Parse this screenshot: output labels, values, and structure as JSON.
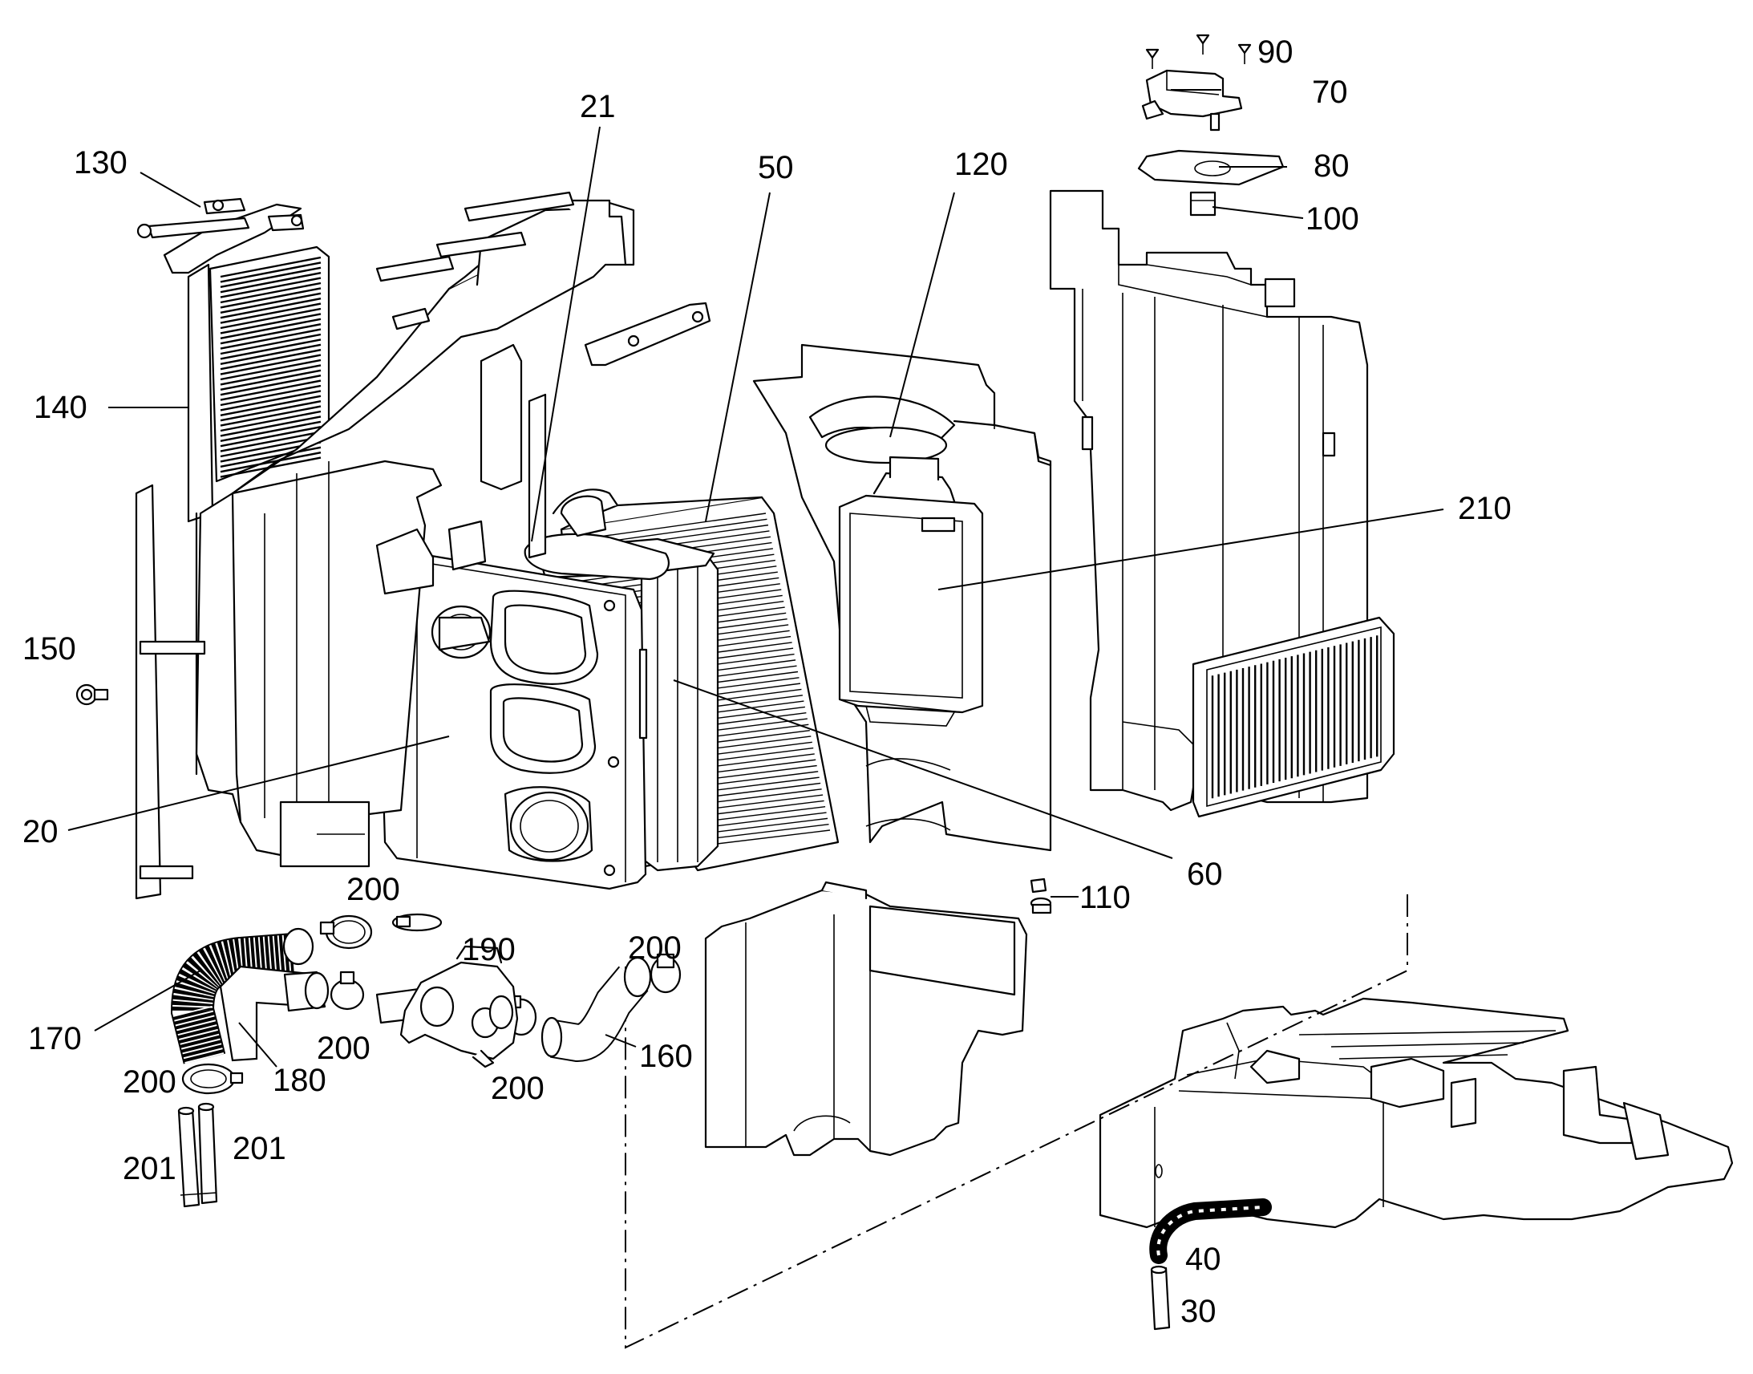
{
  "figure": {
    "type": "exploded-parts-diagram",
    "parts": [
      {
        "id": "p21",
        "label": "21"
      },
      {
        "id": "p50",
        "label": "50"
      },
      {
        "id": "p120",
        "label": "120"
      },
      {
        "id": "p130",
        "label": "130"
      },
      {
        "id": "p140",
        "label": "140"
      },
      {
        "id": "p150",
        "label": "150"
      },
      {
        "id": "p20",
        "label": "20"
      },
      {
        "id": "p60",
        "label": "60"
      },
      {
        "id": "p210",
        "label": "210"
      },
      {
        "id": "p90",
        "label": "90"
      },
      {
        "id": "p70",
        "label": "70"
      },
      {
        "id": "p80",
        "label": "80"
      },
      {
        "id": "p100",
        "label": "100"
      },
      {
        "id": "p110",
        "label": "110"
      },
      {
        "id": "p200a",
        "label": "200"
      },
      {
        "id": "p190",
        "label": "190"
      },
      {
        "id": "p200b",
        "label": "200"
      },
      {
        "id": "p170",
        "label": "170"
      },
      {
        "id": "p180",
        "label": "180"
      },
      {
        "id": "p200c",
        "label": "200"
      },
      {
        "id": "p200d",
        "label": "200"
      },
      {
        "id": "p200e",
        "label": "200"
      },
      {
        "id": "p160",
        "label": "160"
      },
      {
        "id": "p201a",
        "label": "201"
      },
      {
        "id": "p201b",
        "label": "201"
      },
      {
        "id": "p40",
        "label": "40"
      },
      {
        "id": "p30",
        "label": "30"
      }
    ]
  }
}
